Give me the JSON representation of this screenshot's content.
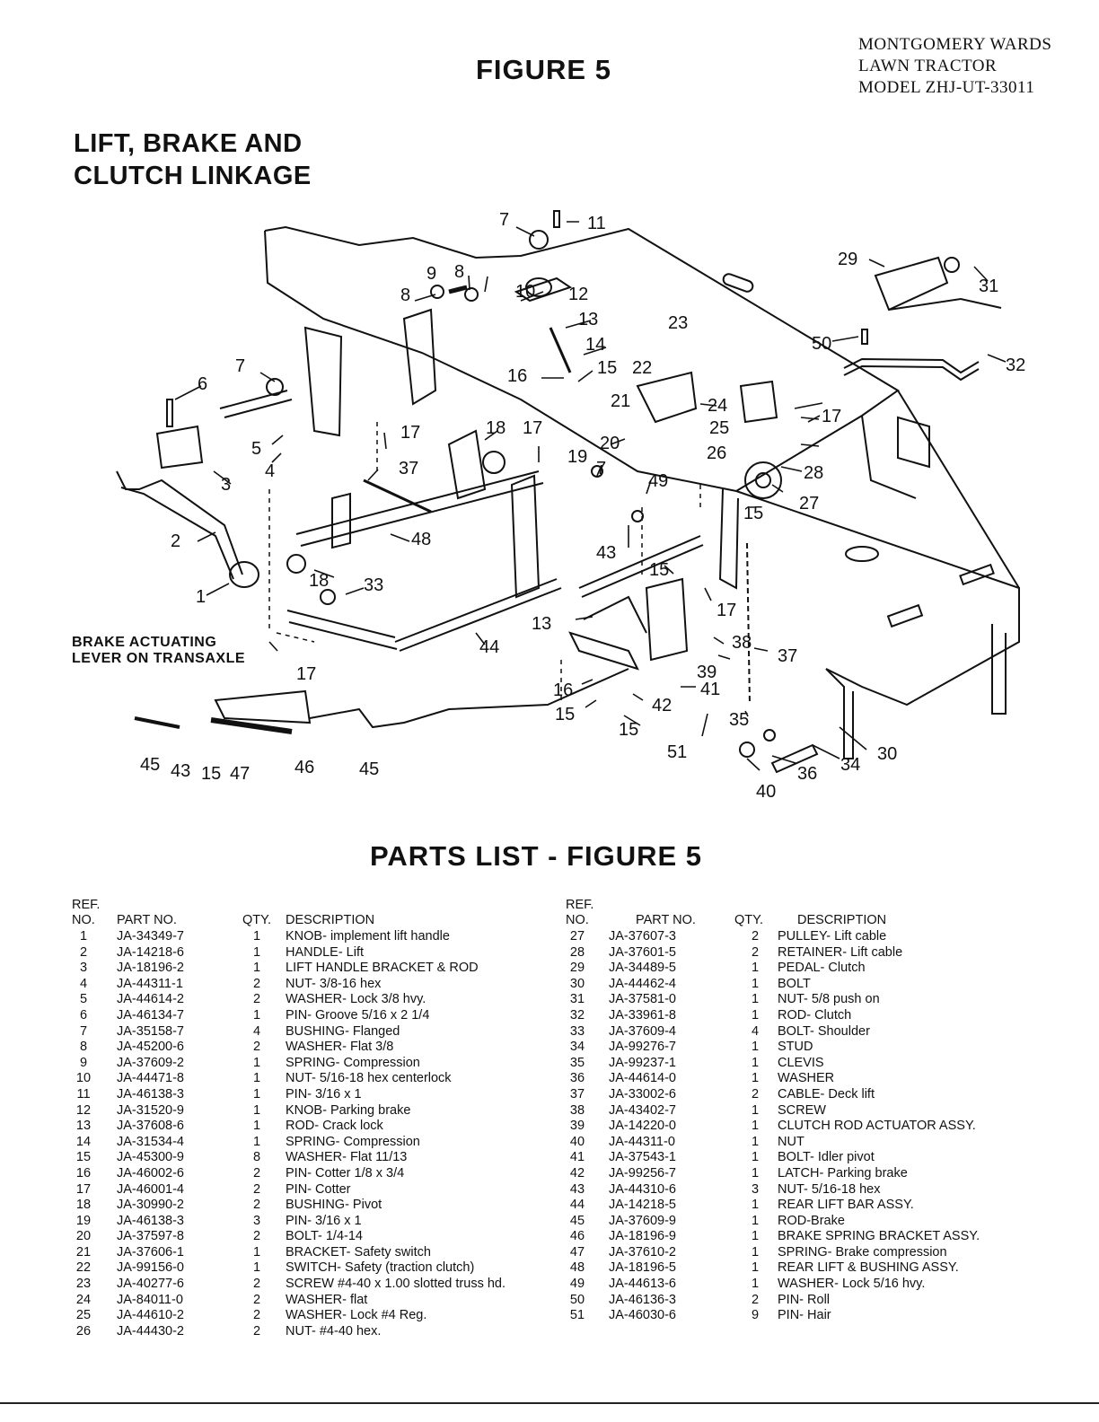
{
  "header_note": [
    "MONTGOMERY WARDS",
    "LAWN TRACTOR",
    "MODEL ZHJ-UT-33011"
  ],
  "figure_title": "FIGURE 5",
  "section_title": [
    "LIFT, BRAKE AND",
    "CLUTCH LINKAGE"
  ],
  "diagram": {
    "note": [
      "BRAKE ACTUATING",
      "LEVER ON TRANSAXLE"
    ],
    "callouts": [
      "7",
      "11",
      "29",
      "31",
      "9",
      "8",
      "8",
      "10",
      "12",
      "13",
      "23",
      "50",
      "32",
      "14",
      "15",
      "22",
      "16",
      "7",
      "6",
      "21",
      "24",
      "25",
      "26",
      "17",
      "17",
      "18",
      "17",
      "5",
      "4",
      "20",
      "19",
      "7",
      "28",
      "37",
      "3",
      "49",
      "27",
      "15",
      "48",
      "43",
      "2",
      "18",
      "33",
      "15",
      "17",
      "13",
      "44",
      "38",
      "37",
      "39",
      "41",
      "16",
      "42",
      "15",
      "15",
      "35",
      "30",
      "51",
      "34",
      "36",
      "40",
      "45",
      "43",
      "15",
      "47",
      "46",
      "45",
      "17",
      "1"
    ]
  },
  "parts_title": "PARTS LIST - FIGURE 5",
  "parts_header": {
    "ref_line1": "REF.",
    "ref_line2": "NO.",
    "part_no": "PART NO.",
    "qty": "QTY.",
    "description": "DESCRIPTION"
  },
  "parts_left": [
    {
      "ref": "1",
      "part": "JA-34349-7",
      "qty": "1",
      "desc": "KNOB- implement lift handle"
    },
    {
      "ref": "2",
      "part": "JA-14218-6",
      "qty": "1",
      "desc": "HANDLE- Lift"
    },
    {
      "ref": "3",
      "part": "JA-18196-2",
      "qty": "1",
      "desc": "LIFT HANDLE BRACKET & ROD"
    },
    {
      "ref": "4",
      "part": "JA-44311-1",
      "qty": "2",
      "desc": "NUT- 3/8-16 hex"
    },
    {
      "ref": "5",
      "part": "JA-44614-2",
      "qty": "2",
      "desc": "WASHER- Lock 3/8 hvy."
    },
    {
      "ref": "6",
      "part": "JA-46134-7",
      "qty": "1",
      "desc": "PIN- Groove 5/16 x 2 1/4"
    },
    {
      "ref": "7",
      "part": "JA-35158-7",
      "qty": "4",
      "desc": "BUSHING- Flanged"
    },
    {
      "ref": "8",
      "part": "JA-45200-6",
      "qty": "2",
      "desc": "WASHER- Flat 3/8"
    },
    {
      "ref": "9",
      "part": "JA-37609-2",
      "qty": "1",
      "desc": "SPRING- Compression"
    },
    {
      "ref": "10",
      "part": "JA-44471-8",
      "qty": "1",
      "desc": "NUT- 5/16-18 hex centerlock"
    },
    {
      "ref": "11",
      "part": "JA-46138-3",
      "qty": "1",
      "desc": "PIN- 3/16 x 1"
    },
    {
      "ref": "12",
      "part": "JA-31520-9",
      "qty": "1",
      "desc": "KNOB- Parking brake"
    },
    {
      "ref": "13",
      "part": "JA-37608-6",
      "qty": "1",
      "desc": "ROD- Crack lock"
    },
    {
      "ref": "14",
      "part": "JA-31534-4",
      "qty": "1",
      "desc": "SPRING- Compression"
    },
    {
      "ref": "15",
      "part": "JA-45300-9",
      "qty": "8",
      "desc": "WASHER- Flat 11/13"
    },
    {
      "ref": "16",
      "part": "JA-46002-6",
      "qty": "2",
      "desc": "PIN- Cotter 1/8 x 3/4"
    },
    {
      "ref": "17",
      "part": "JA-46001-4",
      "qty": "2",
      "desc": "PIN- Cotter"
    },
    {
      "ref": "18",
      "part": "JA-30990-2",
      "qty": "2",
      "desc": "BUSHING- Pivot"
    },
    {
      "ref": "19",
      "part": "JA-46138-3",
      "qty": "3",
      "desc": "PIN- 3/16 x 1"
    },
    {
      "ref": "20",
      "part": "JA-37597-8",
      "qty": "2",
      "desc": "BOLT- 1/4-14"
    },
    {
      "ref": "21",
      "part": "JA-37606-1",
      "qty": "1",
      "desc": "BRACKET- Safety switch"
    },
    {
      "ref": "22",
      "part": "JA-99156-0",
      "qty": "1",
      "desc": "SWITCH- Safety (traction clutch)"
    },
    {
      "ref": "23",
      "part": "JA-40277-6",
      "qty": "2",
      "desc": "SCREW #4-40 x 1.00 slotted truss hd."
    },
    {
      "ref": "24",
      "part": "JA-84011-0",
      "qty": "2",
      "desc": "WASHER- flat"
    },
    {
      "ref": "25",
      "part": "JA-44610-2",
      "qty": "2",
      "desc": "WASHER- Lock #4 Reg."
    },
    {
      "ref": "26",
      "part": "JA-44430-2",
      "qty": "2",
      "desc": "NUT- #4-40 hex."
    }
  ],
  "parts_right": [
    {
      "ref": "27",
      "part": "JA-37607-3",
      "qty": "2",
      "desc": "PULLEY- Lift cable"
    },
    {
      "ref": "28",
      "part": "JA-37601-5",
      "qty": "2",
      "desc": "RETAINER- Lift cable"
    },
    {
      "ref": "29",
      "part": "JA-34489-5",
      "qty": "1",
      "desc": "PEDAL- Clutch"
    },
    {
      "ref": "30",
      "part": "JA-44462-4",
      "qty": "1",
      "desc": "BOLT"
    },
    {
      "ref": "31",
      "part": "JA-37581-0",
      "qty": "1",
      "desc": "NUT- 5/8 push on"
    },
    {
      "ref": "32",
      "part": "JA-33961-8",
      "qty": "1",
      "desc": "ROD- Clutch"
    },
    {
      "ref": "33",
      "part": "JA-37609-4",
      "qty": "4",
      "desc": "BOLT- Shoulder"
    },
    {
      "ref": "34",
      "part": "JA-99276-7",
      "qty": "1",
      "desc": "STUD"
    },
    {
      "ref": "35",
      "part": "JA-99237-1",
      "qty": "1",
      "desc": "CLEVIS"
    },
    {
      "ref": "36",
      "part": "JA-44614-0",
      "qty": "1",
      "desc": "WASHER"
    },
    {
      "ref": "37",
      "part": "JA-33002-6",
      "qty": "2",
      "desc": "CABLE- Deck lift"
    },
    {
      "ref": "38",
      "part": "JA-43402-7",
      "qty": "1",
      "desc": "SCREW"
    },
    {
      "ref": "39",
      "part": "JA-14220-0",
      "qty": "1",
      "desc": "CLUTCH ROD ACTUATOR ASSY."
    },
    {
      "ref": "40",
      "part": "JA-44311-0",
      "qty": "1",
      "desc": "NUT"
    },
    {
      "ref": "41",
      "part": "JA-37543-1",
      "qty": "1",
      "desc": "BOLT- Idler pivot"
    },
    {
      "ref": "42",
      "part": "JA-99256-7",
      "qty": "1",
      "desc": "LATCH- Parking brake"
    },
    {
      "ref": "43",
      "part": "JA-44310-6",
      "qty": "3",
      "desc": "NUT- 5/16-18 hex"
    },
    {
      "ref": "44",
      "part": "JA-14218-5",
      "qty": "1",
      "desc": "REAR LIFT BAR ASSY."
    },
    {
      "ref": "45",
      "part": "JA-37609-9",
      "qty": "1",
      "desc": "ROD-Brake"
    },
    {
      "ref": "46",
      "part": "JA-18196-9",
      "qty": "1",
      "desc": "BRAKE SPRING BRACKET ASSY."
    },
    {
      "ref": "47",
      "part": "JA-37610-2",
      "qty": "1",
      "desc": "SPRING- Brake compression"
    },
    {
      "ref": "48",
      "part": "JA-18196-5",
      "qty": "1",
      "desc": "REAR LIFT & BUSHING ASSY."
    },
    {
      "ref": "49",
      "part": "JA-44613-6",
      "qty": "1",
      "desc": "WASHER- Lock 5/16 hvy."
    },
    {
      "ref": "50",
      "part": "JA-46136-3",
      "qty": "2",
      "desc": "PIN- Roll"
    },
    {
      "ref": "51",
      "part": "JA-46030-6",
      "qty": "9",
      "desc": "PIN- Hair"
    }
  ]
}
